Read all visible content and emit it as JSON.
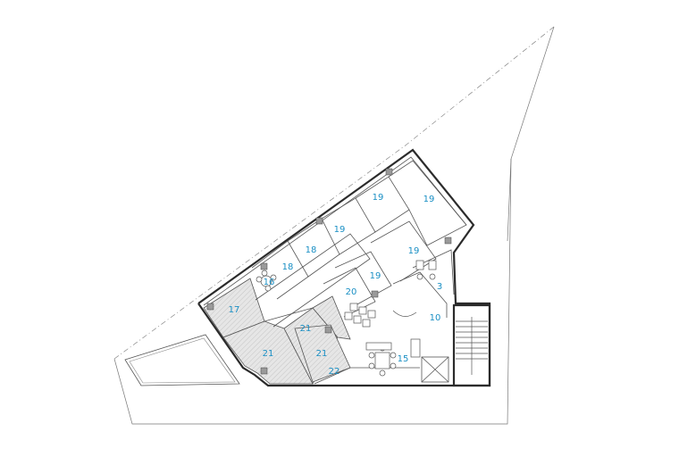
{
  "rooms": [
    {
      "id": "room-19-a",
      "label": "19"
    },
    {
      "id": "room-19-b",
      "label": "19"
    },
    {
      "id": "room-19-c",
      "label": "19"
    },
    {
      "id": "room-19-d",
      "label": "19"
    },
    {
      "id": "room-19-e",
      "label": "19"
    },
    {
      "id": "room-18-a",
      "label": "18"
    },
    {
      "id": "room-18-b",
      "label": "18"
    },
    {
      "id": "room-16",
      "label": "16"
    },
    {
      "id": "room-20",
      "label": "20"
    },
    {
      "id": "room-3",
      "label": "3"
    },
    {
      "id": "room-17",
      "label": "17"
    },
    {
      "id": "room-10",
      "label": "10"
    },
    {
      "id": "room-21-a",
      "label": "21"
    },
    {
      "id": "room-21-b",
      "label": "21"
    },
    {
      "id": "room-21-c",
      "label": "21"
    },
    {
      "id": "room-15",
      "label": "15"
    },
    {
      "id": "room-22",
      "label": "22"
    }
  ],
  "colors": {
    "label": "#1a8fc4",
    "wall": "#2b2b2b",
    "column": "#9a9a9a"
  }
}
